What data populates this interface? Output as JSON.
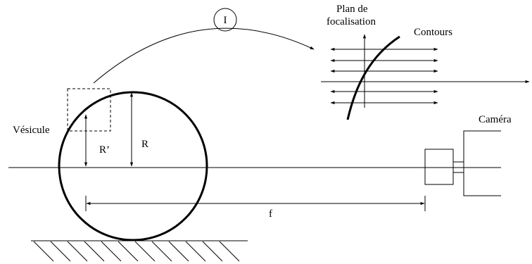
{
  "labels": {
    "marker_I": "I",
    "plan_line1": "Plan de",
    "plan_line2": "focalisation",
    "contours": "Contours",
    "camera": "Caméra",
    "vesicule": "Vésicule",
    "r_prime": "R’",
    "r": "R",
    "f": "f"
  },
  "colors": {
    "stroke": "#000000",
    "background": "#ffffff"
  }
}
